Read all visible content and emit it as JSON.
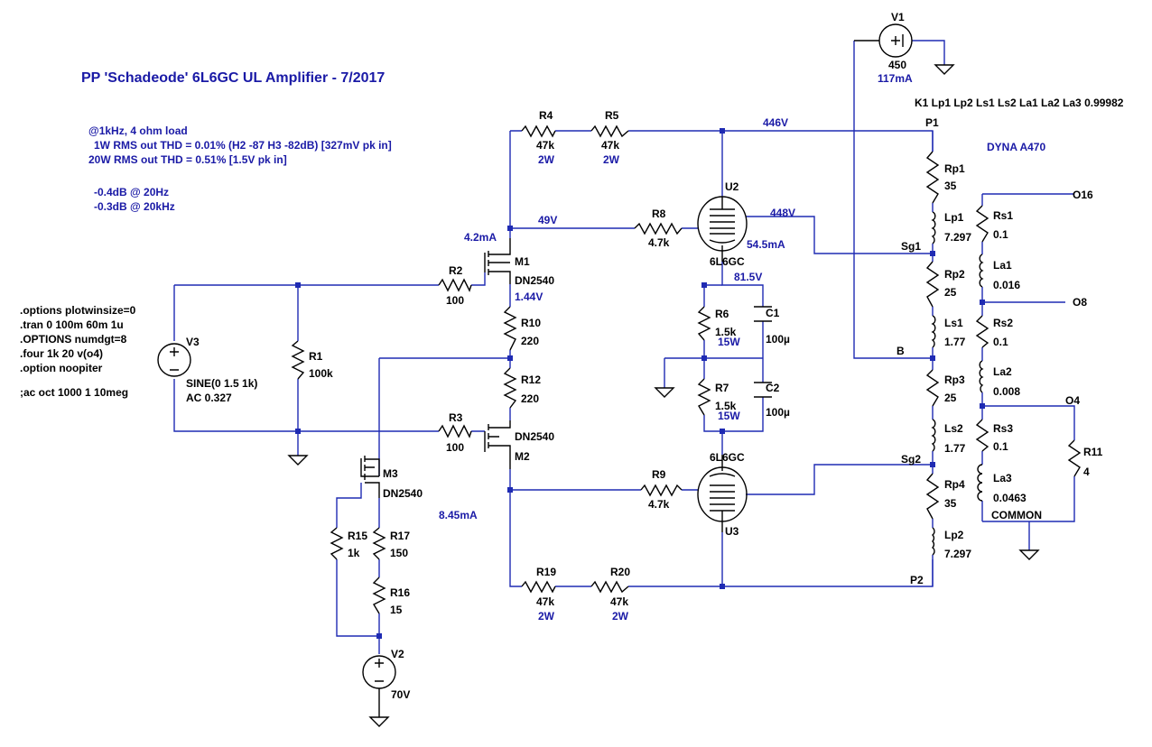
{
  "title": "PP 'Schadeode' 6L6GC UL Amplifier - 7/2017",
  "notes": {
    "line1": "@1kHz, 4 ohm load",
    "line2": "1W RMS out THD = 0.01% (H2 -87 H3 -82dB) [327mV pk in]",
    "line3": "20W RMS out THD = 0.51%  [1.5V pk in]",
    "line4": "-0.4dB @ 20Hz",
    "line5": "-0.3dB @ 20kHz"
  },
  "directives": {
    "d1": ".options plotwinsize=0",
    "d2": ".tran 0 100m 60m 1u",
    "d3": ".OPTIONS numdgt=8",
    "d4": ".four 1k 20 v(o4)",
    "d5": ".option noopiter",
    "d6": ";ac oct 1000 1 10meg"
  },
  "coupling": "K1 Lp1 Lp2 Ls1 Ls2 La1 La2 La3 0.99982",
  "transformer": "DYNA A470",
  "components": {
    "V1": {
      "name": "V1",
      "value": "450",
      "current": "117mA"
    },
    "V2": {
      "name": "V2",
      "value": "70V"
    },
    "V3": {
      "name": "V3",
      "value": "SINE(0 1.5 1k)",
      "ac": "AC 0.327"
    },
    "R1": {
      "name": "R1",
      "value": "100k"
    },
    "R2": {
      "name": "R2",
      "value": "100"
    },
    "R3": {
      "name": "R3",
      "value": "100"
    },
    "R4": {
      "name": "R4",
      "value": "47k",
      "power": "2W"
    },
    "R5": {
      "name": "R5",
      "value": "47k",
      "power": "2W"
    },
    "R6": {
      "name": "R6",
      "value": "1.5k",
      "power": "15W"
    },
    "R7": {
      "name": "R7",
      "value": "1.5k",
      "power": "15W"
    },
    "R8": {
      "name": "R8",
      "value": "4.7k"
    },
    "R9": {
      "name": "R9",
      "value": "4.7k"
    },
    "R10": {
      "name": "R10",
      "value": "220"
    },
    "R11": {
      "name": "R11",
      "value": "4"
    },
    "R12": {
      "name": "R12",
      "value": "220"
    },
    "R15": {
      "name": "R15",
      "value": "1k"
    },
    "R16": {
      "name": "R16",
      "value": "15"
    },
    "R17": {
      "name": "R17",
      "value": "150"
    },
    "R19": {
      "name": "R19",
      "value": "47k",
      "power": "2W"
    },
    "R20": {
      "name": "R20",
      "value": "47k",
      "power": "2W"
    },
    "C1": {
      "name": "C1",
      "value": "100µ"
    },
    "C2": {
      "name": "C2",
      "value": "100µ"
    },
    "M1": {
      "name": "M1",
      "model": "DN2540"
    },
    "M2": {
      "name": "M2",
      "model": "DN2540"
    },
    "M3": {
      "name": "M3",
      "model": "DN2540"
    },
    "U2": {
      "name": "U2",
      "model": "6L6GC",
      "current": "54.5mA"
    },
    "U3": {
      "name": "U3",
      "model": "6L6GC"
    },
    "Rp1": {
      "name": "Rp1",
      "value": "35"
    },
    "Lp1": {
      "name": "Lp1",
      "value": "7.297"
    },
    "Rp2": {
      "name": "Rp2",
      "value": "25"
    },
    "Ls1": {
      "name": "Ls1",
      "value": "1.77"
    },
    "Rp3": {
      "name": "Rp3",
      "value": "25"
    },
    "Ls2": {
      "name": "Ls2",
      "value": "1.77"
    },
    "Rp4": {
      "name": "Rp4",
      "value": "35"
    },
    "Lp2": {
      "name": "Lp2",
      "value": "7.297"
    },
    "Rs1": {
      "name": "Rs1",
      "value": "0.1"
    },
    "La1": {
      "name": "La1",
      "value": "0.016"
    },
    "Rs2": {
      "name": "Rs2",
      "value": "0.1"
    },
    "La2": {
      "name": "La2",
      "value": "0.008"
    },
    "Rs3": {
      "name": "Rs3",
      "value": "0.1"
    },
    "La3": {
      "name": "La3",
      "value": "0.0463"
    }
  },
  "annotations": {
    "v446": "446V",
    "v448": "448V",
    "v49": "49V",
    "v815": "81.5V",
    "v144": "1.44V",
    "i42": "4.2mA",
    "i845": "8.45mA"
  },
  "nets": {
    "P1": "P1",
    "P2": "P2",
    "Sg1": "Sg1",
    "Sg2": "Sg2",
    "B": "B",
    "O16": "O16",
    "O8": "O8",
    "O4": "O4",
    "COMMON": "COMMON"
  }
}
